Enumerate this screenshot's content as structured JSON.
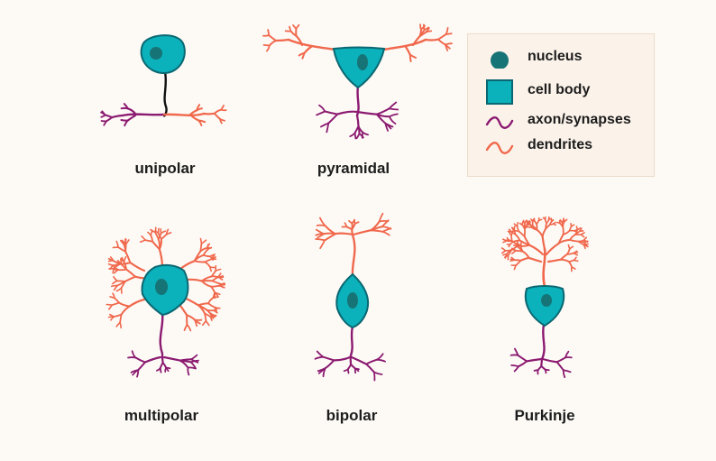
{
  "colors": {
    "dendrite": "#f0684c",
    "axon": "#8b1a70",
    "body": "#0bb1bb",
    "outline": "#0b6872",
    "nucleus": "#177476",
    "stalk": "#111111"
  },
  "cells": [
    {
      "id": "unipolar",
      "label": "unipolar"
    },
    {
      "id": "pyramidal",
      "label": "pyramidal"
    },
    {
      "id": "multipolar",
      "label": "multipolar"
    },
    {
      "id": "bipolar",
      "label": "bipolar"
    },
    {
      "id": "purkinje",
      "label": "Purkinje"
    }
  ],
  "legend": {
    "items": [
      {
        "key": "nucleus",
        "icon": "nucleus-icon",
        "label": "nucleus"
      },
      {
        "key": "body",
        "icon": "cell-body-icon",
        "label": "cell body"
      },
      {
        "key": "axon",
        "icon": "axon-icon",
        "label": "axon/synapses"
      },
      {
        "key": "dendrites",
        "icon": "dendrite-icon",
        "label": "dendrites"
      }
    ]
  }
}
